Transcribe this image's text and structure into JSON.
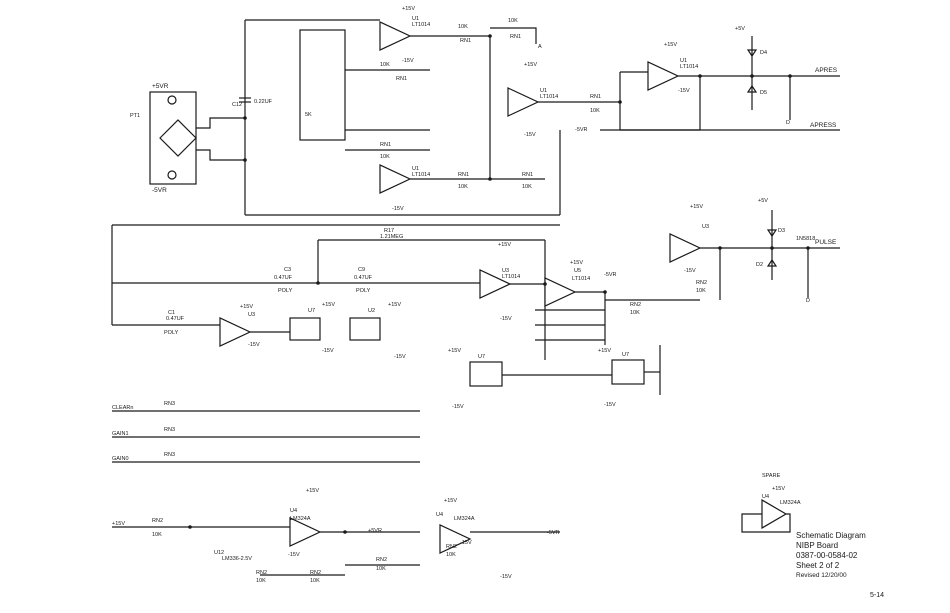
{
  "title_block": {
    "line1": "Schematic Diagram",
    "line2": "NIBP Board",
    "line3": "0387-00-0584-02",
    "line4": "Sheet 2 of 2",
    "revised": "Revised  12/20/00"
  },
  "page_number": "5-14",
  "nets": {
    "p15v": "+15V",
    "m15v": "-15V",
    "p5vr": "+5VR",
    "m5vr": "-5VR",
    "p5v": "+5V",
    "apres": "APRES",
    "apress": "APRESS",
    "pulse": "PULSE",
    "clearn": "CLEARn",
    "gain1": "GAIN1",
    "gain0": "GAIN0",
    "spare": "SPARE"
  },
  "parts": {
    "pt1": "PT1",
    "u1": "U1",
    "lt1014": "LT1014",
    "rn1": "RN1",
    "rn2": "RN2",
    "rn3": "RN3",
    "r10k": "10K",
    "r5k": "5K",
    "c12": "C12",
    "c12v": "0.22UF",
    "u2": "U2",
    "u3": "U3",
    "u4": "U4",
    "u5": "U5",
    "u7": "U7",
    "u12": "U12",
    "c1": "C1",
    "c3": "C3",
    "c9": "C9",
    "c47": "0.47UF",
    "poly": "POLY",
    "r17": "R17",
    "r17v": "1.21MEG",
    "lm324a": "LM324A",
    "lm336": "LM336-2.5V",
    "d2": "D2",
    "d3": "D3",
    "d4": "D4",
    "d5": "D5",
    "r1n": "1N5818"
  }
}
